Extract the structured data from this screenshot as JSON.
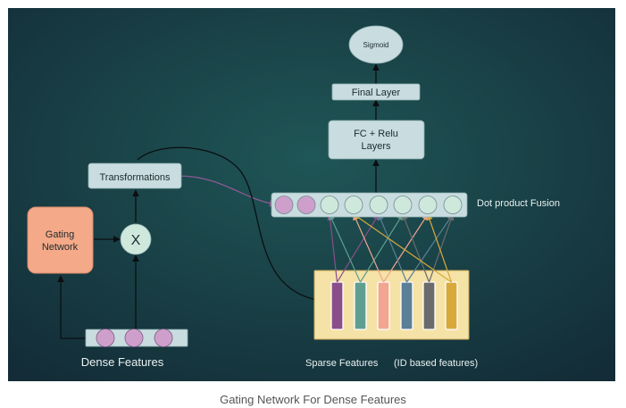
{
  "colors": {
    "background_center": "#1f5656",
    "background_edge": "#132c37",
    "box_fill": "#c9dcdf",
    "box_text": "#1c2a2e",
    "gating_fill": "#f4a988",
    "node_fill": "#cfe8dc",
    "pink_circle": "#cf9fcc",
    "label_text": "#e9f1f1",
    "sparse_panel": "#f5e2a6",
    "bar_colors": [
      "#8a4e8a",
      "#5f9e90",
      "#f2a590",
      "#5a7f97",
      "#6b6b6b",
      "#d8a93a"
    ]
  },
  "diagram": {
    "sigmoid": "Sigmoid",
    "final_layer": "Final Layer",
    "fc_relu": [
      "FC + Relu",
      "Layers"
    ],
    "transformations": "Transformations",
    "gating_network": [
      "Gating",
      "Network"
    ],
    "multiply": "X",
    "dot_product_label": "Dot product Fusion",
    "dense_features_label": "Dense Features",
    "sparse_features_label": "Sparse Features",
    "sparse_features_note": "(ID based features)"
  },
  "caption": "Gating Network For Dense Features"
}
